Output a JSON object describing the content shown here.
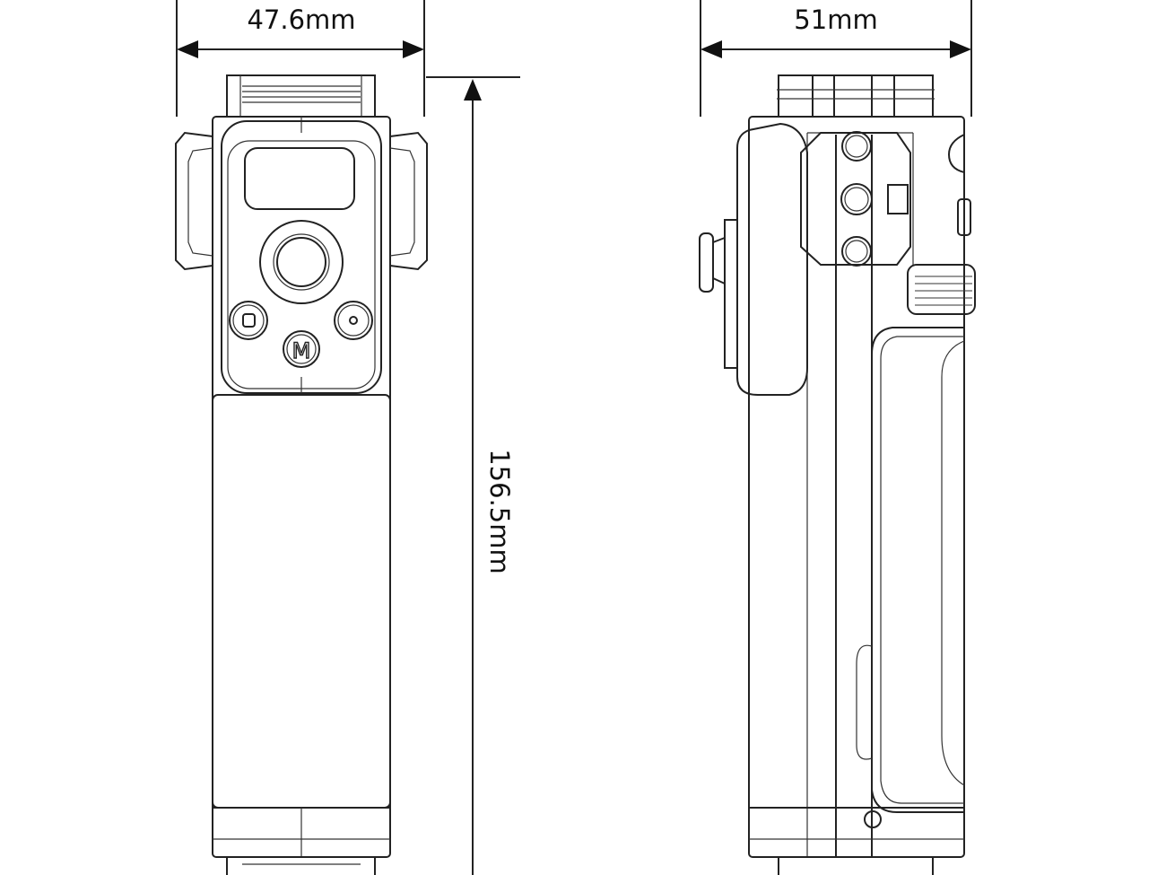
{
  "dimensions": {
    "front_width": "47.6mm",
    "side_width": "51mm",
    "height": "156.5mm"
  },
  "front_view": {
    "mode_button_label": "M"
  },
  "colors": {
    "line": "#222222",
    "background": "#ffffff"
  }
}
